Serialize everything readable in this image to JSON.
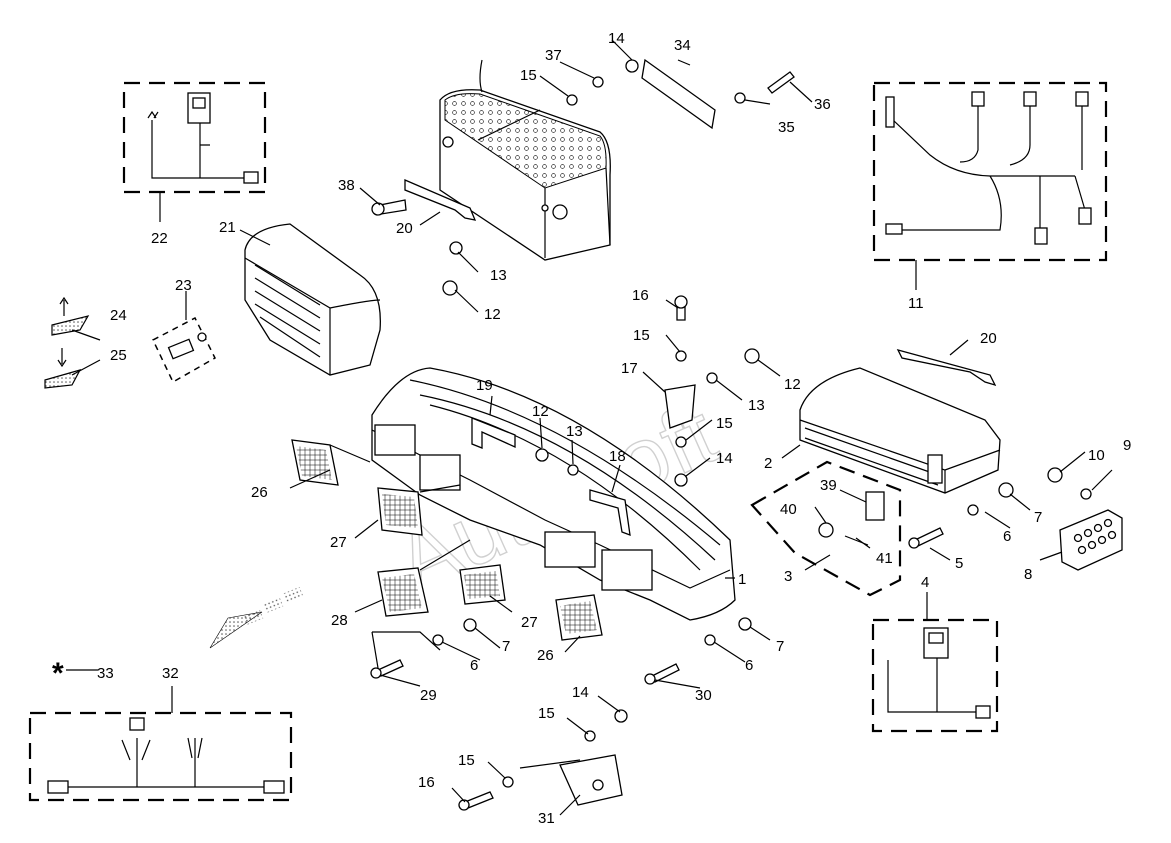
{
  "watermark": "AutoSoft",
  "callouts": [
    {
      "id": "c1",
      "text": "1"
    },
    {
      "id": "c2",
      "text": "2"
    },
    {
      "id": "c3",
      "text": "3"
    },
    {
      "id": "c4",
      "text": "4"
    },
    {
      "id": "c5",
      "text": "5"
    },
    {
      "id": "c6a",
      "text": "6"
    },
    {
      "id": "c6b",
      "text": "6"
    },
    {
      "id": "c6c",
      "text": "6"
    },
    {
      "id": "c7a",
      "text": "7"
    },
    {
      "id": "c7b",
      "text": "7"
    },
    {
      "id": "c7c",
      "text": "7"
    },
    {
      "id": "c8",
      "text": "8"
    },
    {
      "id": "c9",
      "text": "9"
    },
    {
      "id": "c10",
      "text": "10"
    },
    {
      "id": "c11",
      "text": "11"
    },
    {
      "id": "c12a",
      "text": "12"
    },
    {
      "id": "c12b",
      "text": "12"
    },
    {
      "id": "c12c",
      "text": "12"
    },
    {
      "id": "c13a",
      "text": "13"
    },
    {
      "id": "c13b",
      "text": "13"
    },
    {
      "id": "c13c",
      "text": "13"
    },
    {
      "id": "c14a",
      "text": "14"
    },
    {
      "id": "c14b",
      "text": "14"
    },
    {
      "id": "c14c",
      "text": "14"
    },
    {
      "id": "c15a",
      "text": "15"
    },
    {
      "id": "c15b",
      "text": "15"
    },
    {
      "id": "c15c",
      "text": "15"
    },
    {
      "id": "c15d",
      "text": "15"
    },
    {
      "id": "c15e",
      "text": "15"
    },
    {
      "id": "c16a",
      "text": "16"
    },
    {
      "id": "c16b",
      "text": "16"
    },
    {
      "id": "c17",
      "text": "17"
    },
    {
      "id": "c18",
      "text": "18"
    },
    {
      "id": "c19",
      "text": "19"
    },
    {
      "id": "c20a",
      "text": "20"
    },
    {
      "id": "c20b",
      "text": "20"
    },
    {
      "id": "c21",
      "text": "21"
    },
    {
      "id": "c22",
      "text": "22"
    },
    {
      "id": "c23",
      "text": "23"
    },
    {
      "id": "c24",
      "text": "24"
    },
    {
      "id": "c25",
      "text": "25"
    },
    {
      "id": "c26a",
      "text": "26"
    },
    {
      "id": "c26b",
      "text": "26"
    },
    {
      "id": "c27a",
      "text": "27"
    },
    {
      "id": "c27b",
      "text": "27"
    },
    {
      "id": "c28",
      "text": "28"
    },
    {
      "id": "c29",
      "text": "29"
    },
    {
      "id": "c30",
      "text": "30"
    },
    {
      "id": "c31",
      "text": "31"
    },
    {
      "id": "c32",
      "text": "32"
    },
    {
      "id": "c33",
      "text": "33"
    },
    {
      "id": "c34",
      "text": "34"
    },
    {
      "id": "c35",
      "text": "35"
    },
    {
      "id": "c36",
      "text": "36"
    },
    {
      "id": "c37",
      "text": "37"
    },
    {
      "id": "c38",
      "text": "38"
    },
    {
      "id": "c39",
      "text": "39"
    },
    {
      "id": "c40",
      "text": "40"
    },
    {
      "id": "c41",
      "text": "41"
    }
  ],
  "asterisk": "*"
}
